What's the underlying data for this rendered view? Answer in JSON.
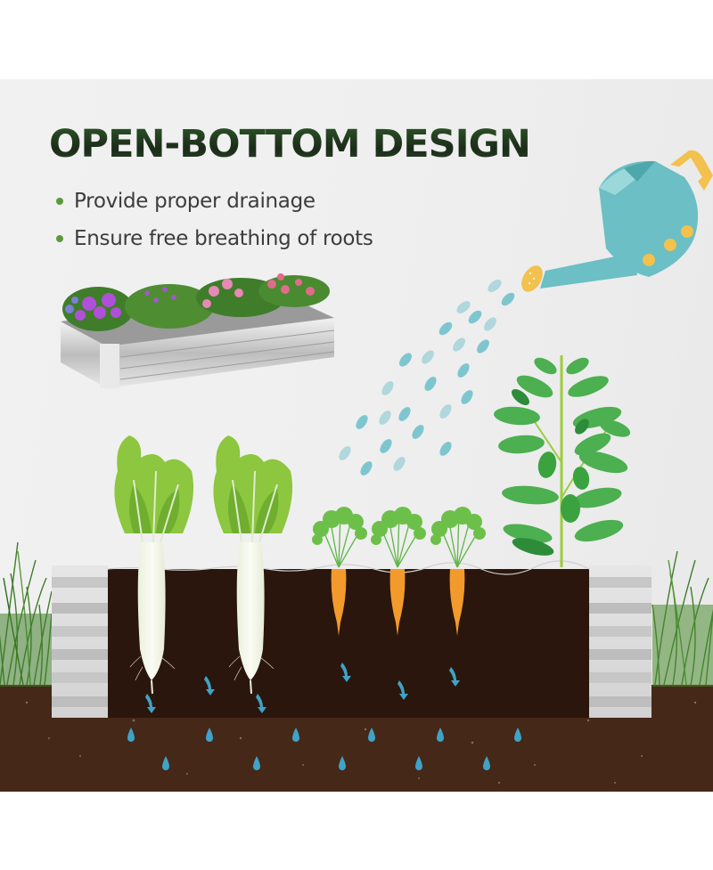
{
  "heading": "OPEN-BOTTOM DESIGN",
  "bullets": [
    "Provide proper drainage",
    "Ensure free breathing of roots"
  ],
  "illustration": {
    "product_photo": "galvanized raised garden bed with flowers",
    "icons": [
      "watering-can-icon",
      "water-drop-icon",
      "radish-icon",
      "carrot-icon",
      "pepper-plant-icon",
      "grass-icon",
      "soil-icon",
      "drainage-arrow-icon"
    ],
    "colors": {
      "heading_green": "#1e3a1c",
      "bullet_dot": "#5a9a3a",
      "watering_can": "#6cbfc4",
      "can_accent": "#f2c14e",
      "water_drop": "#7ec6cf",
      "soil_dark": "#2a160c",
      "ground_soil": "#4a2c1a",
      "drain_drop": "#3fa3c8",
      "carrot": "#f39a2c",
      "leaf_green": "#4caf50"
    }
  }
}
